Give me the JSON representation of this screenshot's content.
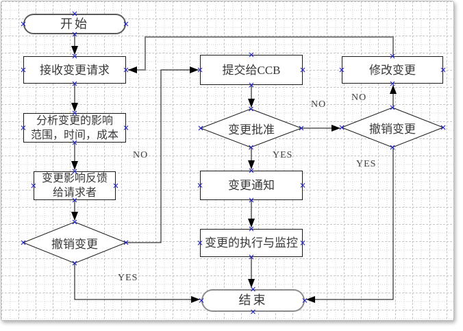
{
  "diagram": {
    "type": "flowchart",
    "language": "zh-CN",
    "nodes": [
      {
        "id": "start",
        "shape": "terminator",
        "label": "开始"
      },
      {
        "id": "receive",
        "shape": "process",
        "label": "接收变更请求"
      },
      {
        "id": "analyze",
        "shape": "process",
        "label": "分析变更的影响\n范围，时间，成本"
      },
      {
        "id": "feedback",
        "shape": "process",
        "label": "变更影响反馈\n给请求者"
      },
      {
        "id": "cancel_left",
        "shape": "decision",
        "label": "撤销变更"
      },
      {
        "id": "submit_ccb",
        "shape": "process",
        "label": "提交给CCB"
      },
      {
        "id": "approve",
        "shape": "decision",
        "label": "变更批准"
      },
      {
        "id": "notify",
        "shape": "process",
        "label": "变更通知"
      },
      {
        "id": "execute",
        "shape": "process",
        "label": "变更的执行与监控"
      },
      {
        "id": "modify",
        "shape": "process",
        "label": "修改变更"
      },
      {
        "id": "cancel_right",
        "shape": "decision",
        "label": "撤销变更"
      },
      {
        "id": "end",
        "shape": "terminator",
        "label": "结束"
      }
    ],
    "edges": [
      {
        "from": "start",
        "to": "receive",
        "label": ""
      },
      {
        "from": "receive",
        "to": "analyze",
        "label": ""
      },
      {
        "from": "analyze",
        "to": "feedback",
        "label": ""
      },
      {
        "from": "feedback",
        "to": "cancel_left",
        "label": ""
      },
      {
        "from": "cancel_left",
        "to": "submit_ccb",
        "label": "NO"
      },
      {
        "from": "cancel_left",
        "to": "end",
        "label": "YES"
      },
      {
        "from": "submit_ccb",
        "to": "approve",
        "label": ""
      },
      {
        "from": "approve",
        "to": "cancel_right",
        "label": "NO"
      },
      {
        "from": "approve",
        "to": "notify",
        "label": "YES"
      },
      {
        "from": "notify",
        "to": "execute",
        "label": ""
      },
      {
        "from": "execute",
        "to": "end",
        "label": ""
      },
      {
        "from": "cancel_right",
        "to": "modify",
        "label": "NO"
      },
      {
        "from": "cancel_right",
        "to": "end",
        "label": "YES"
      },
      {
        "from": "modify",
        "to": "receive",
        "label": ""
      }
    ],
    "colors": {
      "connector": "#000000",
      "feedback_connector": "#808080",
      "node_border": "#1a1a1a",
      "terminator_border": "#8c8c8c",
      "node_text": "#383838",
      "connection_point": "#2323c8",
      "grid_line": "#c8c8c8",
      "sheet_background": "#ffffff"
    }
  }
}
